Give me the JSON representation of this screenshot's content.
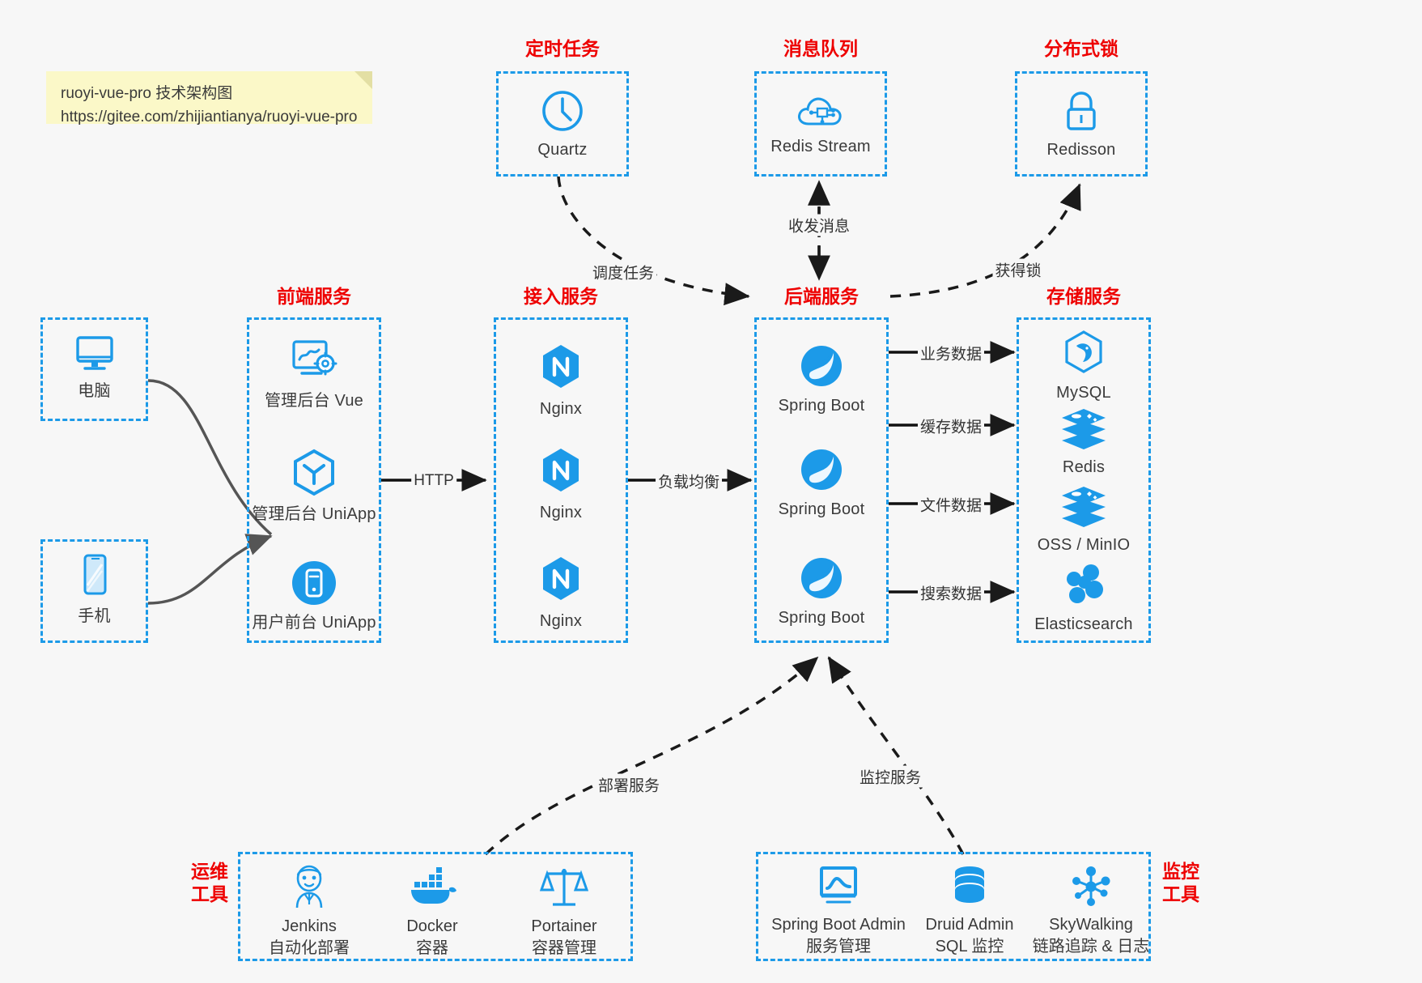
{
  "note": {
    "line1": "ruoyi-vue-pro 技术架构图",
    "line2": "https://gitee.com/zhijiantianya/ruoyi-vue-pro"
  },
  "colors": {
    "accent_blue": "#1c9ae8",
    "group_title_red": "#ee0000",
    "edge_gray": "#555555",
    "note_yellow": "#fbf8c8",
    "background": "#f7f7f7"
  },
  "groups": {
    "scheduler": {
      "title": "定时任务"
    },
    "mq": {
      "title": "消息队列"
    },
    "lock": {
      "title": "分布式锁"
    },
    "frontend": {
      "title": "前端服务"
    },
    "gateway": {
      "title": "接入服务"
    },
    "backend": {
      "title": "后端服务"
    },
    "storage": {
      "title": "存储服务"
    },
    "devops": {
      "title": "运维\n工具"
    },
    "monitor": {
      "title": "监控\n工具"
    }
  },
  "nodes": {
    "quartz": {
      "label": "Quartz",
      "icon": "clock-icon"
    },
    "redis_stream": {
      "label": "Redis Stream",
      "icon": "cloud-network-icon"
    },
    "redisson": {
      "label": "Redisson",
      "icon": "lock-icon"
    },
    "computer": {
      "label": "电脑",
      "icon": "desktop-monitor-icon"
    },
    "phone": {
      "label": "手机",
      "icon": "mobile-phone-icon"
    },
    "admin_vue": {
      "label": "管理后台 Vue",
      "icon": "dashboard-gear-icon"
    },
    "admin_uniapp": {
      "label": "管理后台 UniApp",
      "icon": "uniapp-cube-icon"
    },
    "user_uniapp": {
      "label": "用户前台 UniApp",
      "icon": "app-phone-circle-icon"
    },
    "nginx1": {
      "label": "Nginx",
      "icon": "nginx-icon"
    },
    "nginx2": {
      "label": "Nginx",
      "icon": "nginx-icon"
    },
    "nginx3": {
      "label": "Nginx",
      "icon": "nginx-icon"
    },
    "springboot1": {
      "label": "Spring Boot",
      "icon": "spring-leaf-icon"
    },
    "springboot2": {
      "label": "Spring Boot",
      "icon": "spring-leaf-icon"
    },
    "springboot3": {
      "label": "Spring Boot",
      "icon": "spring-leaf-icon"
    },
    "mysql": {
      "label": "MySQL",
      "icon": "mysql-dolphin-icon"
    },
    "redis": {
      "label": "Redis",
      "icon": "redis-stack-icon"
    },
    "oss_minio": {
      "label": "OSS / MinIO",
      "icon": "redis-stack-icon"
    },
    "elasticsearch": {
      "label": "Elasticsearch",
      "icon": "elasticsearch-icon"
    },
    "jenkins": {
      "label": "Jenkins",
      "sublabel": "自动化部署",
      "icon": "jenkins-butler-icon"
    },
    "docker": {
      "label": "Docker",
      "sublabel": "容器",
      "icon": "docker-whale-icon"
    },
    "portainer": {
      "label": "Portainer",
      "sublabel": "容器管理",
      "icon": "portainer-scale-icon"
    },
    "spring_boot_admin": {
      "label": "Spring Boot Admin",
      "sublabel": "服务管理",
      "icon": "monitor-chart-icon"
    },
    "druid_admin": {
      "label": "Druid Admin",
      "sublabel": "SQL 监控",
      "icon": "database-stack-icon"
    },
    "skywalking": {
      "label": "SkyWalking",
      "sublabel": "链路追踪 & 日志",
      "icon": "skywalking-nodes-icon"
    }
  },
  "edges": {
    "schedule_task": "调度任务",
    "send_receive_message": "收发消息",
    "acquire_lock": "获得锁",
    "http": "HTTP",
    "load_balance": "负载均衡",
    "business_data": "业务数据",
    "cache_data": "缓存数据",
    "file_data": "文件数据",
    "search_data": "搜索数据",
    "deploy_service": "部署服务",
    "monitor_service": "监控服务"
  }
}
